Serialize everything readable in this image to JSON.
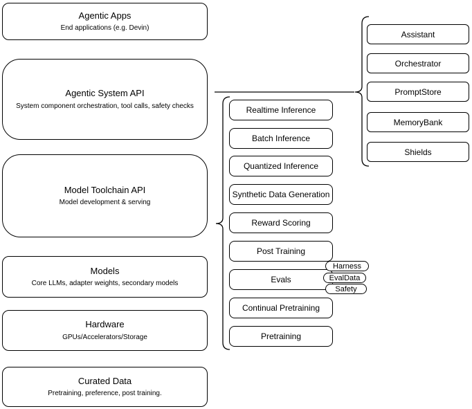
{
  "diagram": {
    "left_stack": [
      {
        "title": "Agentic Apps",
        "subtitle": "End applications (e.g. Devin)"
      },
      {
        "title": "Agentic System API",
        "subtitle": "System component orchestration, tool calls, safety checks"
      },
      {
        "title": "Model Toolchain API",
        "subtitle": "Model development & serving"
      },
      {
        "title": "Models",
        "subtitle": "Core LLMs, adapter weights, secondary models"
      },
      {
        "title": "Hardware",
        "subtitle": "GPUs/Accelerators/Storage"
      },
      {
        "title": "Curated Data",
        "subtitle": "Pretraining, preference, post training."
      }
    ],
    "toolchain_components": [
      "Realtime Inference",
      "Batch Inference",
      "Quantized Inference",
      "Synthetic Data Generation",
      "Reward Scoring",
      "Post Training",
      "Evals",
      "Continual Pretraining",
      "Pretraining"
    ],
    "evals_pills": [
      "Harness",
      "EvalData",
      "Safety"
    ],
    "system_components": [
      "Assistant",
      "Orchestrator",
      "PromptStore",
      "MemoryBank",
      "Shields"
    ],
    "colors": {
      "stroke": "#000000",
      "background": "#ffffff",
      "text": "#000000"
    }
  }
}
